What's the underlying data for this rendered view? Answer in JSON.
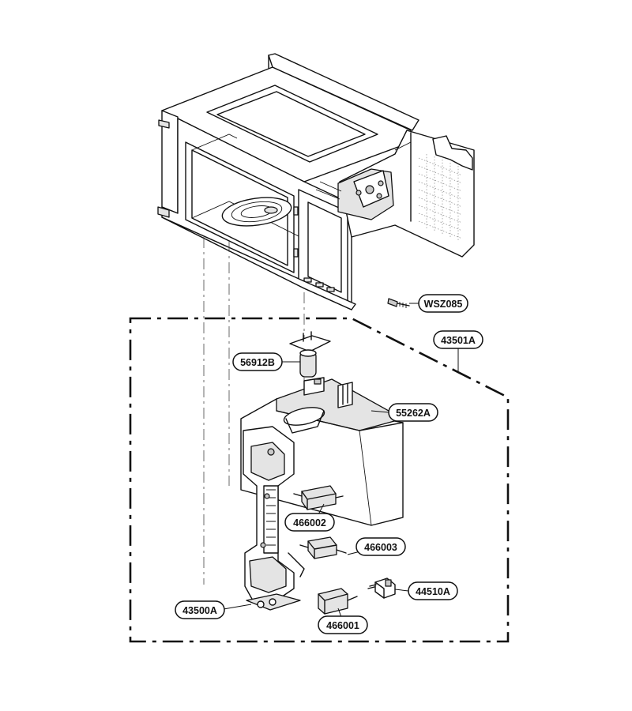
{
  "parts": {
    "wsz085": "WSZ085",
    "p43501a": "43501A",
    "p56912b": "56912B",
    "p55262a": "55262A",
    "p466002": "466002",
    "p466003": "466003",
    "p44510a": "44510A",
    "p43500a": "43500A",
    "p466001": "466001"
  }
}
